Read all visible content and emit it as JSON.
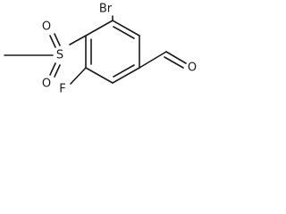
{
  "structure": {
    "atoms": {
      "bromine": "Br",
      "sulfur": "S",
      "sulfonyl_oxygen_top": "O",
      "sulfonyl_oxygen_bottom": "O",
      "fluorine": "F",
      "aldehyde_oxygen": "O"
    },
    "colors": {
      "bond": "#1a1a1a",
      "label": "#1a1a1a",
      "background": "#ffffff"
    }
  }
}
